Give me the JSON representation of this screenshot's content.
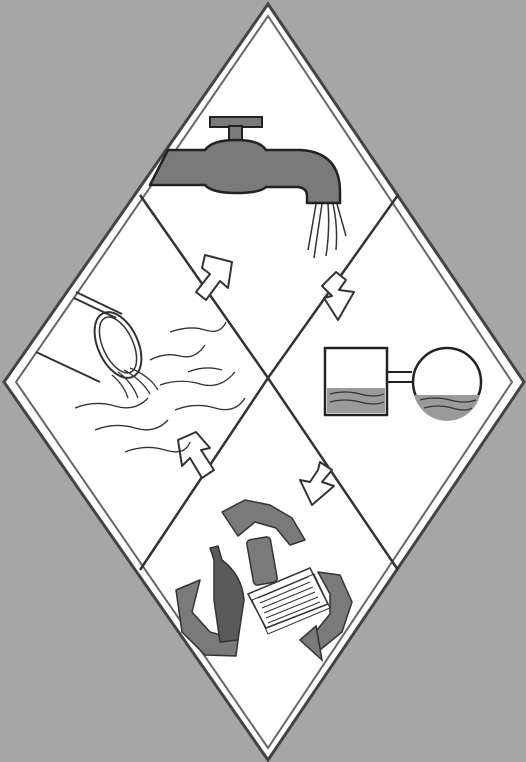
{
  "colors": {
    "background": "#a6a6a6",
    "panel": "#ffffff",
    "outline": "#333333",
    "icon_fill": "#7a7a7a",
    "icon_dark": "#5a5a5a",
    "water_fill": "#9a9a9a"
  },
  "panels": [
    {
      "name": "top-panel",
      "icon": "water-faucet-icon"
    },
    {
      "name": "right-panel",
      "icon": "water-treatment-tank-icon"
    },
    {
      "name": "bottom-panel",
      "icon": "recycle-icon"
    },
    {
      "name": "left-panel",
      "icon": "discharge-pipe-icon"
    }
  ],
  "flow": [
    {
      "from": "left-panel",
      "to": "top-panel",
      "icon": "arrow-up-right-icon"
    },
    {
      "from": "top-panel",
      "to": "right-panel",
      "icon": "arrow-down-left-icon"
    },
    {
      "from": "right-panel",
      "to": "bottom-panel",
      "icon": "arrow-down-left-icon"
    },
    {
      "from": "bottom-panel",
      "to": "left-panel",
      "icon": "arrow-up-left-icon"
    }
  ]
}
